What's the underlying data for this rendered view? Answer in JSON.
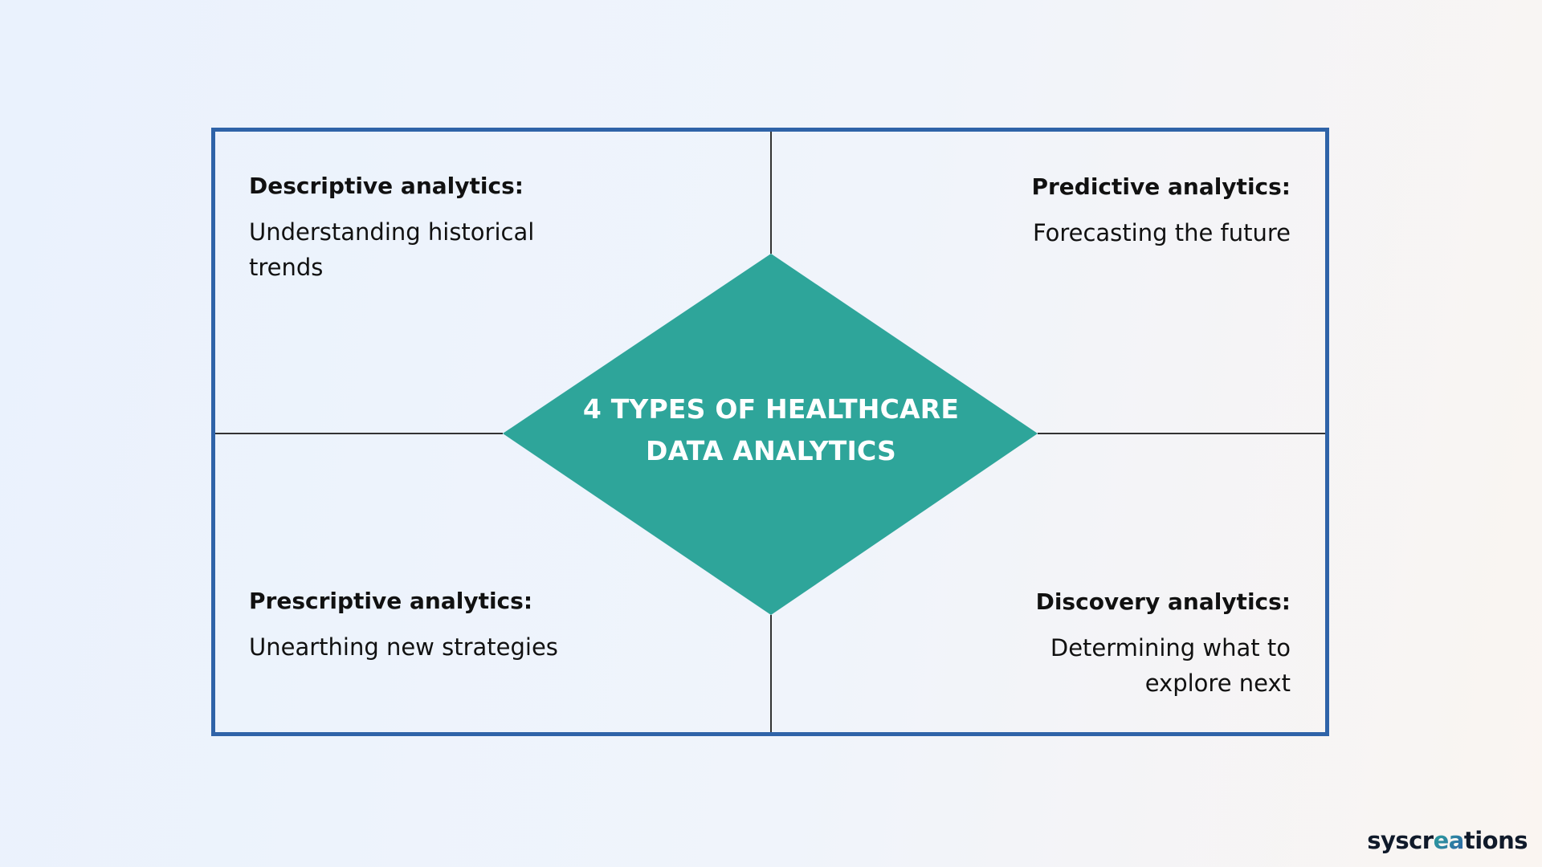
{
  "title": {
    "line1": "4 TYPES OF HEALTHCARE",
    "line2": "DATA ANALYTICS"
  },
  "quadrants": [
    {
      "heading": "Descriptive analytics:",
      "line1": "Understanding historical",
      "line2": "trends"
    },
    {
      "heading": "Predictive analytics:",
      "line1": "Forecasting the future"
    },
    {
      "heading": "Prescriptive analytics:",
      "line1": "Unearthing new strategies"
    },
    {
      "heading": "Discovery analytics:",
      "line1": "Determining what to",
      "line2": "explore next"
    }
  ],
  "logo": {
    "part1": "syscr",
    "part2": "ea",
    "part3": "tions"
  },
  "colors": {
    "frame": "#2f63a8",
    "diamond": "#2ea59a",
    "divider": "#333333",
    "text": "#111111"
  }
}
